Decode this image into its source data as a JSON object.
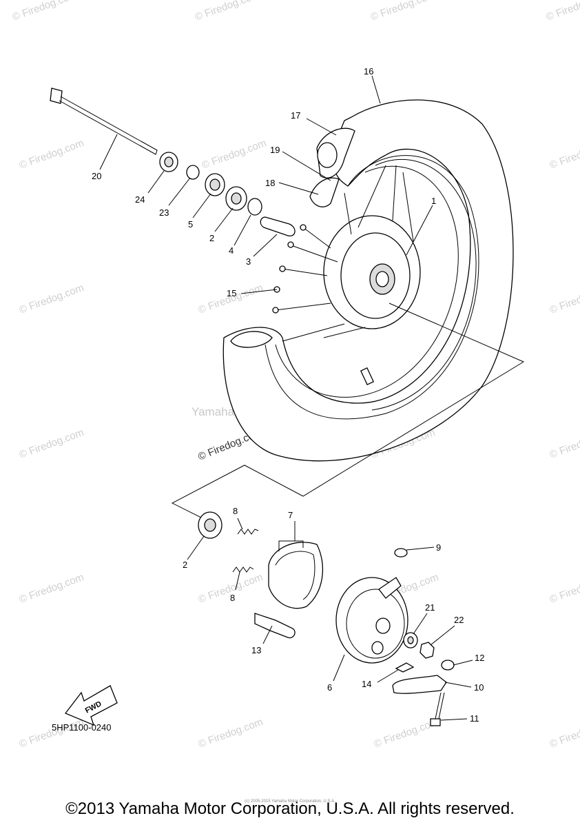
{
  "diagram": {
    "labels": {
      "l1": "1",
      "l2a": "2",
      "l2b": "2",
      "l3": "3",
      "l4": "4",
      "l5": "5",
      "l6": "6",
      "l7": "7",
      "l8a": "8",
      "l8b": "8",
      "l9": "9",
      "l10": "10",
      "l11": "11",
      "l12": "12",
      "l13": "13",
      "l14": "14",
      "l15": "15",
      "l16": "16",
      "l17": "17",
      "l18": "18",
      "l19": "19",
      "l20": "20",
      "l21": "21",
      "l22": "22",
      "l23": "23",
      "l24": "24"
    },
    "part_code": "5HP1100-0240",
    "fwd_label": "FWD",
    "center_watermark": "Yamaha Motor Corp. U.S.A.",
    "watermark": "© Firedog.com"
  },
  "footer": {
    "copyright": "©2013 Yamaha Motor Corporation, U.S.A. All rights reserved.",
    "tiny": "(c) 2005-2015 Yamaha Motor Corporation, U.S.A."
  }
}
